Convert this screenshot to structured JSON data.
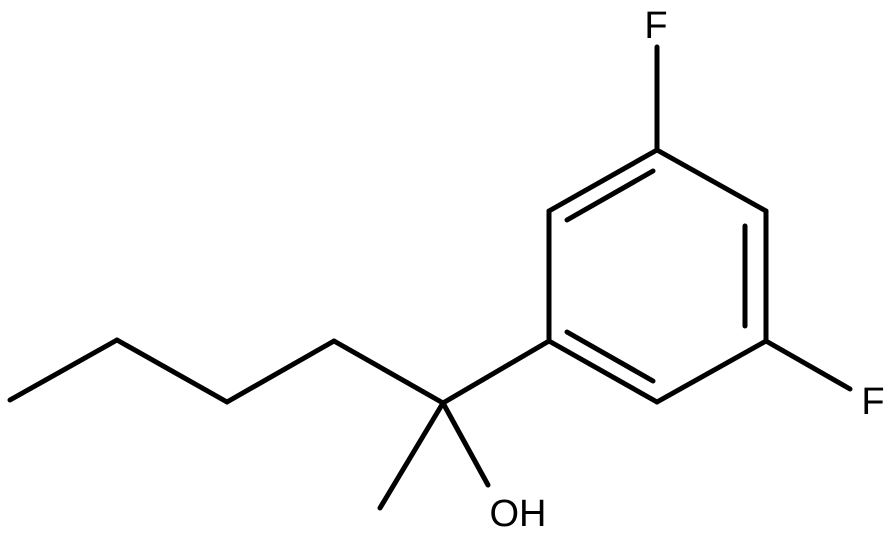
{
  "atoms": {
    "fluorine_top": "F",
    "fluorine_right": "F",
    "hydroxyl": "OH"
  }
}
